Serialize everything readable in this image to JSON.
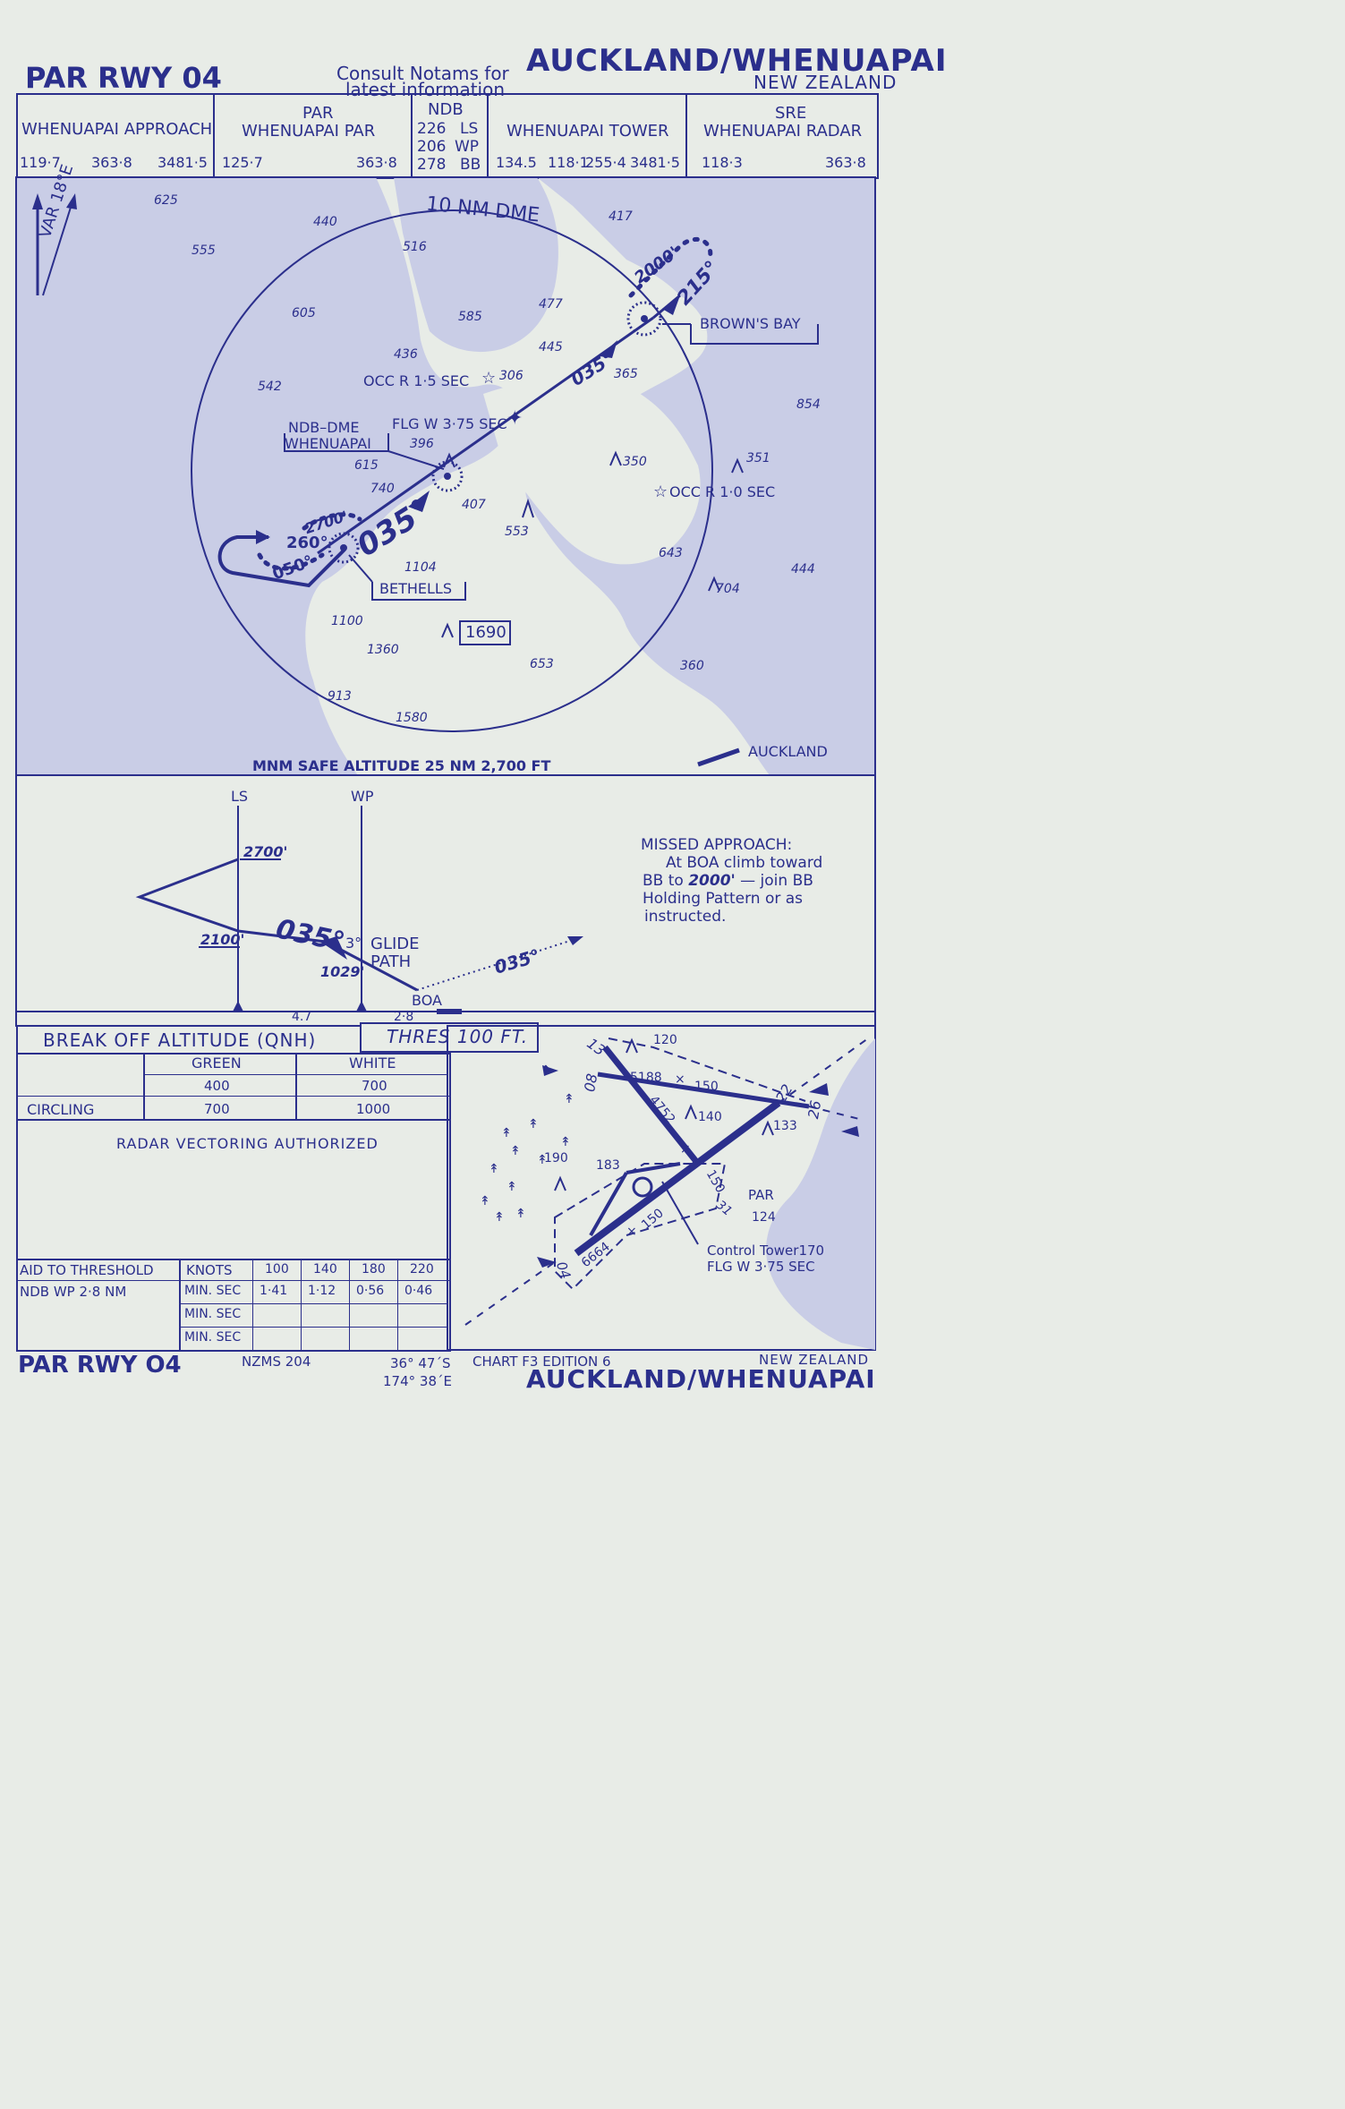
{
  "header": {
    "title": "PAR RWY 04",
    "notice_line1": "Consult Notams for",
    "notice_line2": "latest information",
    "location": "AUCKLAND/WHENUAPAI",
    "country": "NEW ZEALAND"
  },
  "comms": [
    {
      "title_top": "",
      "title": "WHENUAPAI APPROACH",
      "freqs": [
        "119·7",
        "363·8",
        "3481·5"
      ]
    },
    {
      "title_top": "PAR",
      "title": "WHENUAPAI PAR",
      "freqs": [
        "125·7",
        "363·8"
      ]
    },
    {
      "title_top": "NDB",
      "rows": [
        [
          "226",
          "LS"
        ],
        [
          "206",
          "WP"
        ],
        [
          "278",
          "BB"
        ]
      ]
    },
    {
      "title_top": "",
      "title": "WHENUAPAI TOWER",
      "freqs": [
        "134.5",
        "118·1",
        "255·4",
        "3481·5"
      ]
    },
    {
      "title_top": "SRE",
      "title": "WHENUAPAI RADAR",
      "freqs": [
        "118·3",
        "363·8"
      ]
    }
  ],
  "plan": {
    "var": "VAR 18°E",
    "dme_ring": "10 NM DME",
    "browns_bay": "BROWN'S BAY",
    "bb_alt": "2000'",
    "bb_course": "215°",
    "course_main": "035°",
    "course_upper": "035°",
    "occ_light_1": "OCC R 1·5 SEC",
    "occ_light_2": "OCC R 1·0 SEC",
    "flg_light": "FLG W 3·75 SEC",
    "ndb_dme_1": "NDB–DME",
    "ndb_dme_2": "WHENUAPAI",
    "bethells": "BETHELLS",
    "hold_alt": "2700'",
    "hold_in": "260°",
    "hold_out": "050°",
    "boxed_elev": "1690",
    "auckland": "AUCKLAND",
    "msa": "MNM SAFE ALTITUDE 25 NM  2,700 FT",
    "spots": {
      "s625": "625",
      "s555": "555",
      "s440": "440",
      "s516": "516",
      "s417": "417",
      "s605": "605",
      "s585": "585",
      "s477": "477",
      "s445": "445",
      "s436": "436",
      "s306": "306",
      "s365": "365",
      "s542": "542",
      "s854": "854",
      "s396": "396",
      "s615": "615",
      "s350": "350",
      "s351": "351",
      "s740": "740",
      "s407": "407",
      "s553": "553",
      "s643": "643",
      "s444": "444",
      "s1104": "1104",
      "s704": "704",
      "s1100": "1100",
      "s1360": "1360",
      "s653": "653",
      "s360": "360",
      "s913": "913",
      "s1580": "1580"
    }
  },
  "profile": {
    "ls": "LS",
    "wp": "WP",
    "alt_2700": "2700'",
    "alt_2100": "2100'",
    "course": "035°",
    "glide_deg": "3°",
    "glide_1": "GLIDE",
    "glide_2": "PATH",
    "alt_1029": "1029'",
    "missed_course": "035°",
    "boa": "BOA",
    "dist_ls": "4.7",
    "dist_wp": "2·8",
    "missed_title": "MISSED APPROACH:",
    "missed_1": "At BOA climb toward",
    "missed_2a": "BB to ",
    "missed_2b": "2000'",
    "missed_2c": " — join BB",
    "missed_3": "Holding Pattern or as",
    "missed_4": "instructed."
  },
  "minima": {
    "boa_title": "BREAK OFF ALTITUDE (QNH)",
    "thres": "THRES 100 FT.",
    "green": "GREEN",
    "white": "WHITE",
    "row1": [
      "",
      "400",
      "700"
    ],
    "row2": [
      "CIRCLING",
      "700",
      "1000"
    ],
    "radar": "RADAR VECTORING AUTHORIZED"
  },
  "timing": {
    "aid_header": "AID TO THRESHOLD",
    "knots_header": "KNOTS",
    "speeds": [
      "100",
      "140",
      "180",
      "220"
    ],
    "rows": [
      {
        "aid": "NDB  WP  2·8  NM",
        "unit": "MIN. SEC",
        "times": [
          "1·41",
          "1·12",
          "0·56",
          "0·46"
        ]
      },
      {
        "aid": "",
        "unit": "MIN. SEC",
        "times": [
          "",
          "",
          "",
          ""
        ]
      },
      {
        "aid": "",
        "unit": "MIN. SEC",
        "times": [
          "",
          "",
          "",
          ""
        ]
      }
    ]
  },
  "aerodrome": {
    "r13": "13",
    "e120": "120",
    "r08": "08",
    "rwy_long": "5188",
    "x1": "×",
    "w150a": "150",
    "r22": "22",
    "r26": "26",
    "rwy_diag": "4752",
    "x2": "×",
    "e140": "140",
    "e133": "133",
    "e190": "190",
    "e183": "183",
    "w150b": "150",
    "par": "PAR",
    "e124": "124",
    "r31": "31",
    "w150c": "150",
    "x3": "×",
    "rwy_main": "6664",
    "r04": "04",
    "tower_1": "Control Tower170",
    "tower_2": "FLG W 3·75 SEC"
  },
  "footer": {
    "title": "PAR RWY O4",
    "chart_ref": "NZMS 204",
    "lat": "36° 47´S",
    "lon": "174° 38´E",
    "edition": "CHART F3  EDITION 6",
    "country": "NEW ZEALAND",
    "location": "AUCKLAND/WHENUAPAI"
  }
}
